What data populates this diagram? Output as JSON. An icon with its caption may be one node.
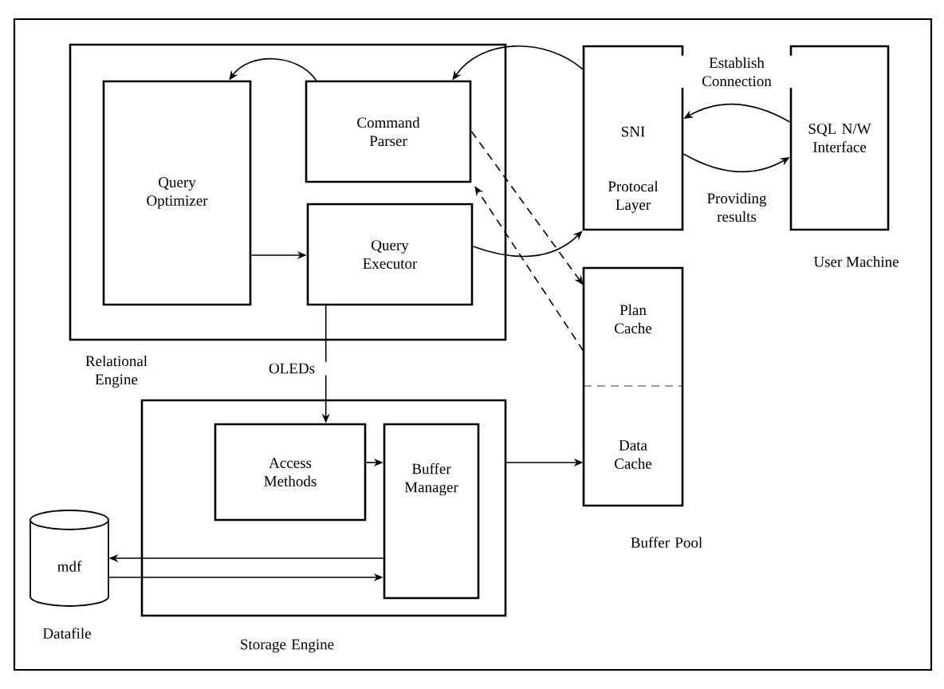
{
  "diagram": {
    "nodes": [
      {
        "text": [
          "Relational Engine"
        ]
      },
      {
        "text": [
          "Query Optimizer"
        ],
        "in": 0
      },
      {
        "text": [
          "Command Parser"
        ],
        "in": 0
      },
      {
        "text": [
          "Query Executor"
        ],
        "in": 0
      },
      {
        "text": [
          "SNI",
          "Protocal Layer"
        ]
      },
      {
        "text": [
          "SQL N/W Interface"
        ],
        "beside": [
          "User Machine"
        ]
      },
      {
        "text": [
          "Buffer Pool"
        ]
      },
      {
        "text": [
          "Plan Cache"
        ],
        "in": 6
      },
      {
        "text": [
          "Data Cache"
        ],
        "in": 6
      },
      {
        "text": [
          "Storage Engine"
        ]
      },
      {
        "text": [
          "Access Methods"
        ],
        "in": 9
      },
      {
        "text": [
          "Buffer Manager"
        ],
        "in": 9
      },
      {
        "text": [
          "mdf"
        ],
        "beside": [
          "Datafile"
        ]
      }
    ],
    "edges": [
      {
        "from": 2,
        "to": 1,
        "arrow": "to"
      },
      {
        "from": 1,
        "to": 3,
        "arrow": "to"
      },
      {
        "from": 4,
        "to": 2,
        "arrow": "to"
      },
      {
        "from": 3,
        "to": 4,
        "arrow": "to"
      },
      {
        "from": 5,
        "to": 4,
        "arrow": "to",
        "label": "Establish Connection"
      },
      {
        "from": 4,
        "to": 5,
        "arrow": "to",
        "label": "Providing results"
      },
      {
        "from": 2,
        "to": 7,
        "arrow": "to",
        "style": "dashed"
      },
      {
        "from": 7,
        "to": 2,
        "arrow": "to",
        "style": "dashed"
      },
      {
        "from": 3,
        "to": 10,
        "arrow": "to",
        "label": "OLEDs"
      },
      {
        "from": 10,
        "to": 11,
        "arrow": "to"
      },
      {
        "from": 9,
        "to": 8,
        "arrow": "to"
      },
      {
        "from": 11,
        "to": 12,
        "arrow": "to"
      },
      {
        "from": 12,
        "to": 11,
        "arrow": "to"
      }
    ]
  }
}
